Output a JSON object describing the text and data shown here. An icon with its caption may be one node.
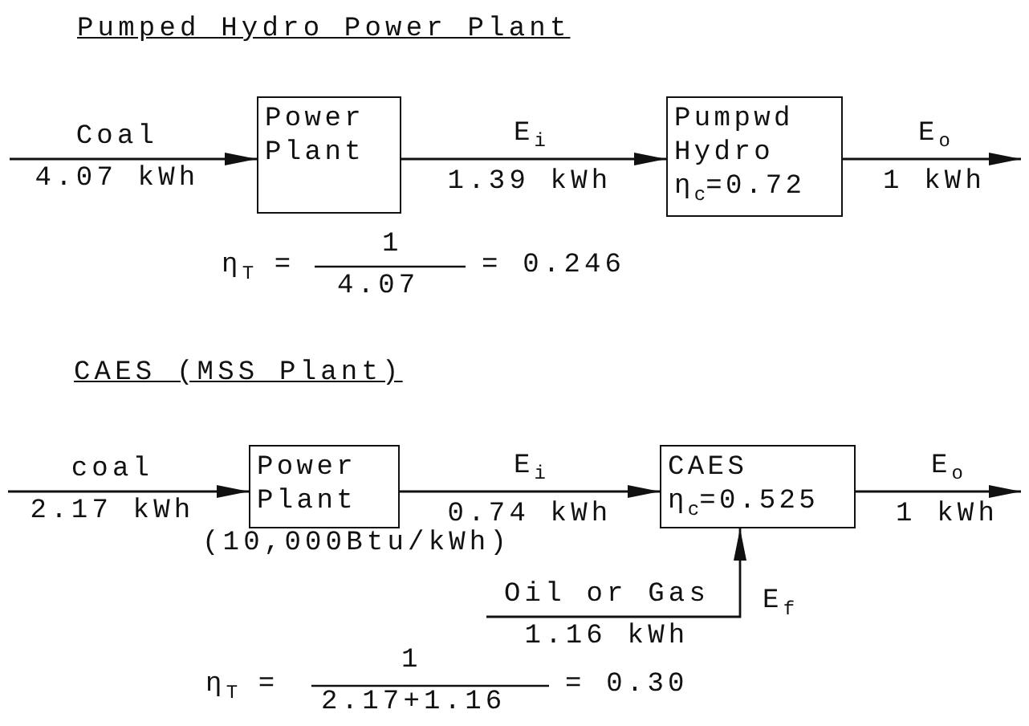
{
  "diagram": {
    "nodes": [
      {
        "text": [
          "Power Plant"
        ]
      },
      {
        "text": [
          "Pumpwd Hydro",
          "η$_{c}$=0.72"
        ]
      },
      {
        "text": [
          "Power Plant"
        ],
        "beside": [
          "(10,000Btu/kWh)"
        ]
      },
      {
        "text": [
          "CAES",
          "η$_{c}$=0.525"
        ]
      }
    ],
    "edges": [
      {
        "from": null,
        "to": 0,
        "arrow": "to",
        "label": "Coal 4.07 kWh"
      },
      {
        "from": 0,
        "to": 1,
        "arrow": "to",
        "label": "E$_{i}$ 1.39 kWh"
      },
      {
        "from": 1,
        "to": null,
        "arrow": "to",
        "label": "E$_{o}$ 1 kWh"
      },
      {
        "from": null,
        "to": 2,
        "arrow": "to",
        "label": "coal 2.17 kWh"
      },
      {
        "from": 2,
        "to": 3,
        "arrow": "to",
        "label": "E$_{i}$ 0.74 kWh"
      },
      {
        "from": 3,
        "to": null,
        "arrow": "to",
        "label": "E$_{o}$ 1 kWh"
      },
      {
        "from": null,
        "to": 3,
        "arrow": "to",
        "label": "Oil or Gas 1.16 kWh"
      }
    ],
    "labels": [
      "Pumped Hydro Power Plant",
      "η$_{T}$ =",
      "1",
      "4.07",
      "= 0.246",
      "CAES (MSS Plant)",
      "E$_{f}$",
      "η$_{T}$ =",
      "1",
      "2.17+1.16",
      "= 0.30"
    ]
  }
}
